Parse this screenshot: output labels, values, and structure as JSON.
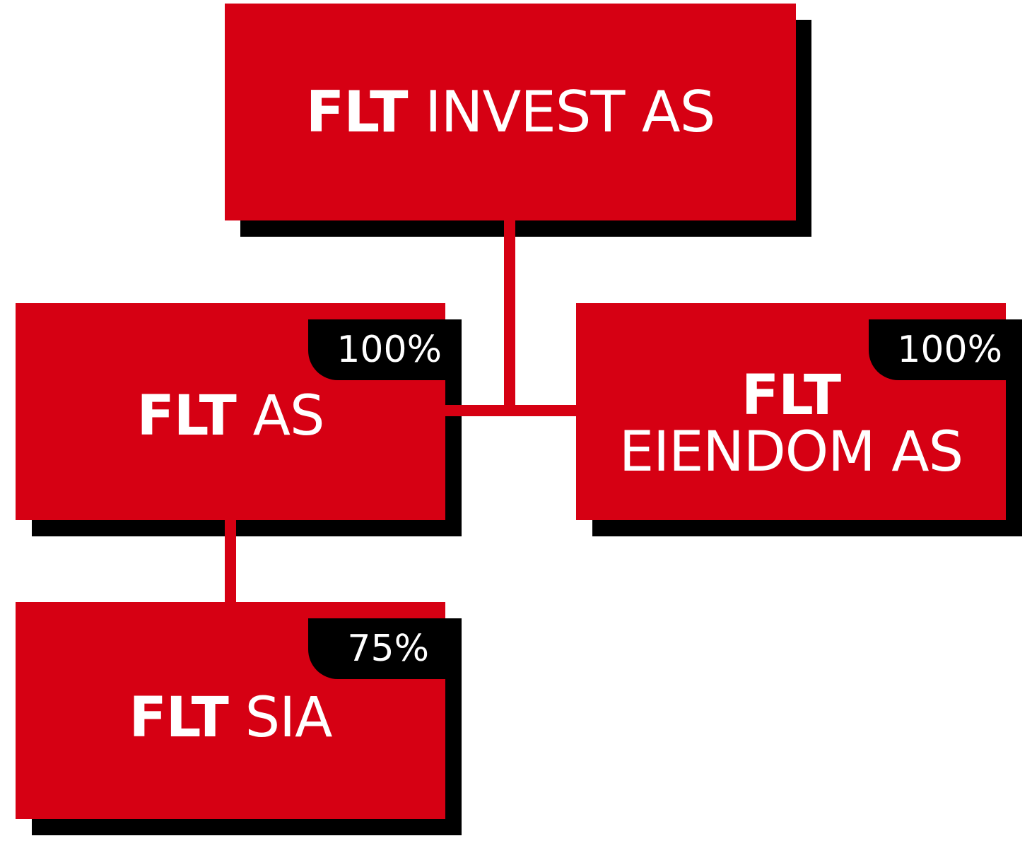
{
  "colors": {
    "box_fill": "#d60013",
    "shadow": "#000000",
    "text": "#ffffff",
    "background": "#ffffff"
  },
  "nodes": {
    "invest": {
      "bold": "FLT",
      "normal": "INVEST AS"
    },
    "flt_as": {
      "bold": "FLT",
      "normal": "AS",
      "ownership": "100%"
    },
    "eiendom": {
      "bold": "FLT",
      "normal": "EIENDOM AS",
      "ownership": "100%"
    },
    "sia": {
      "bold": "FLT",
      "normal": "SIA",
      "ownership": "75%"
    }
  }
}
